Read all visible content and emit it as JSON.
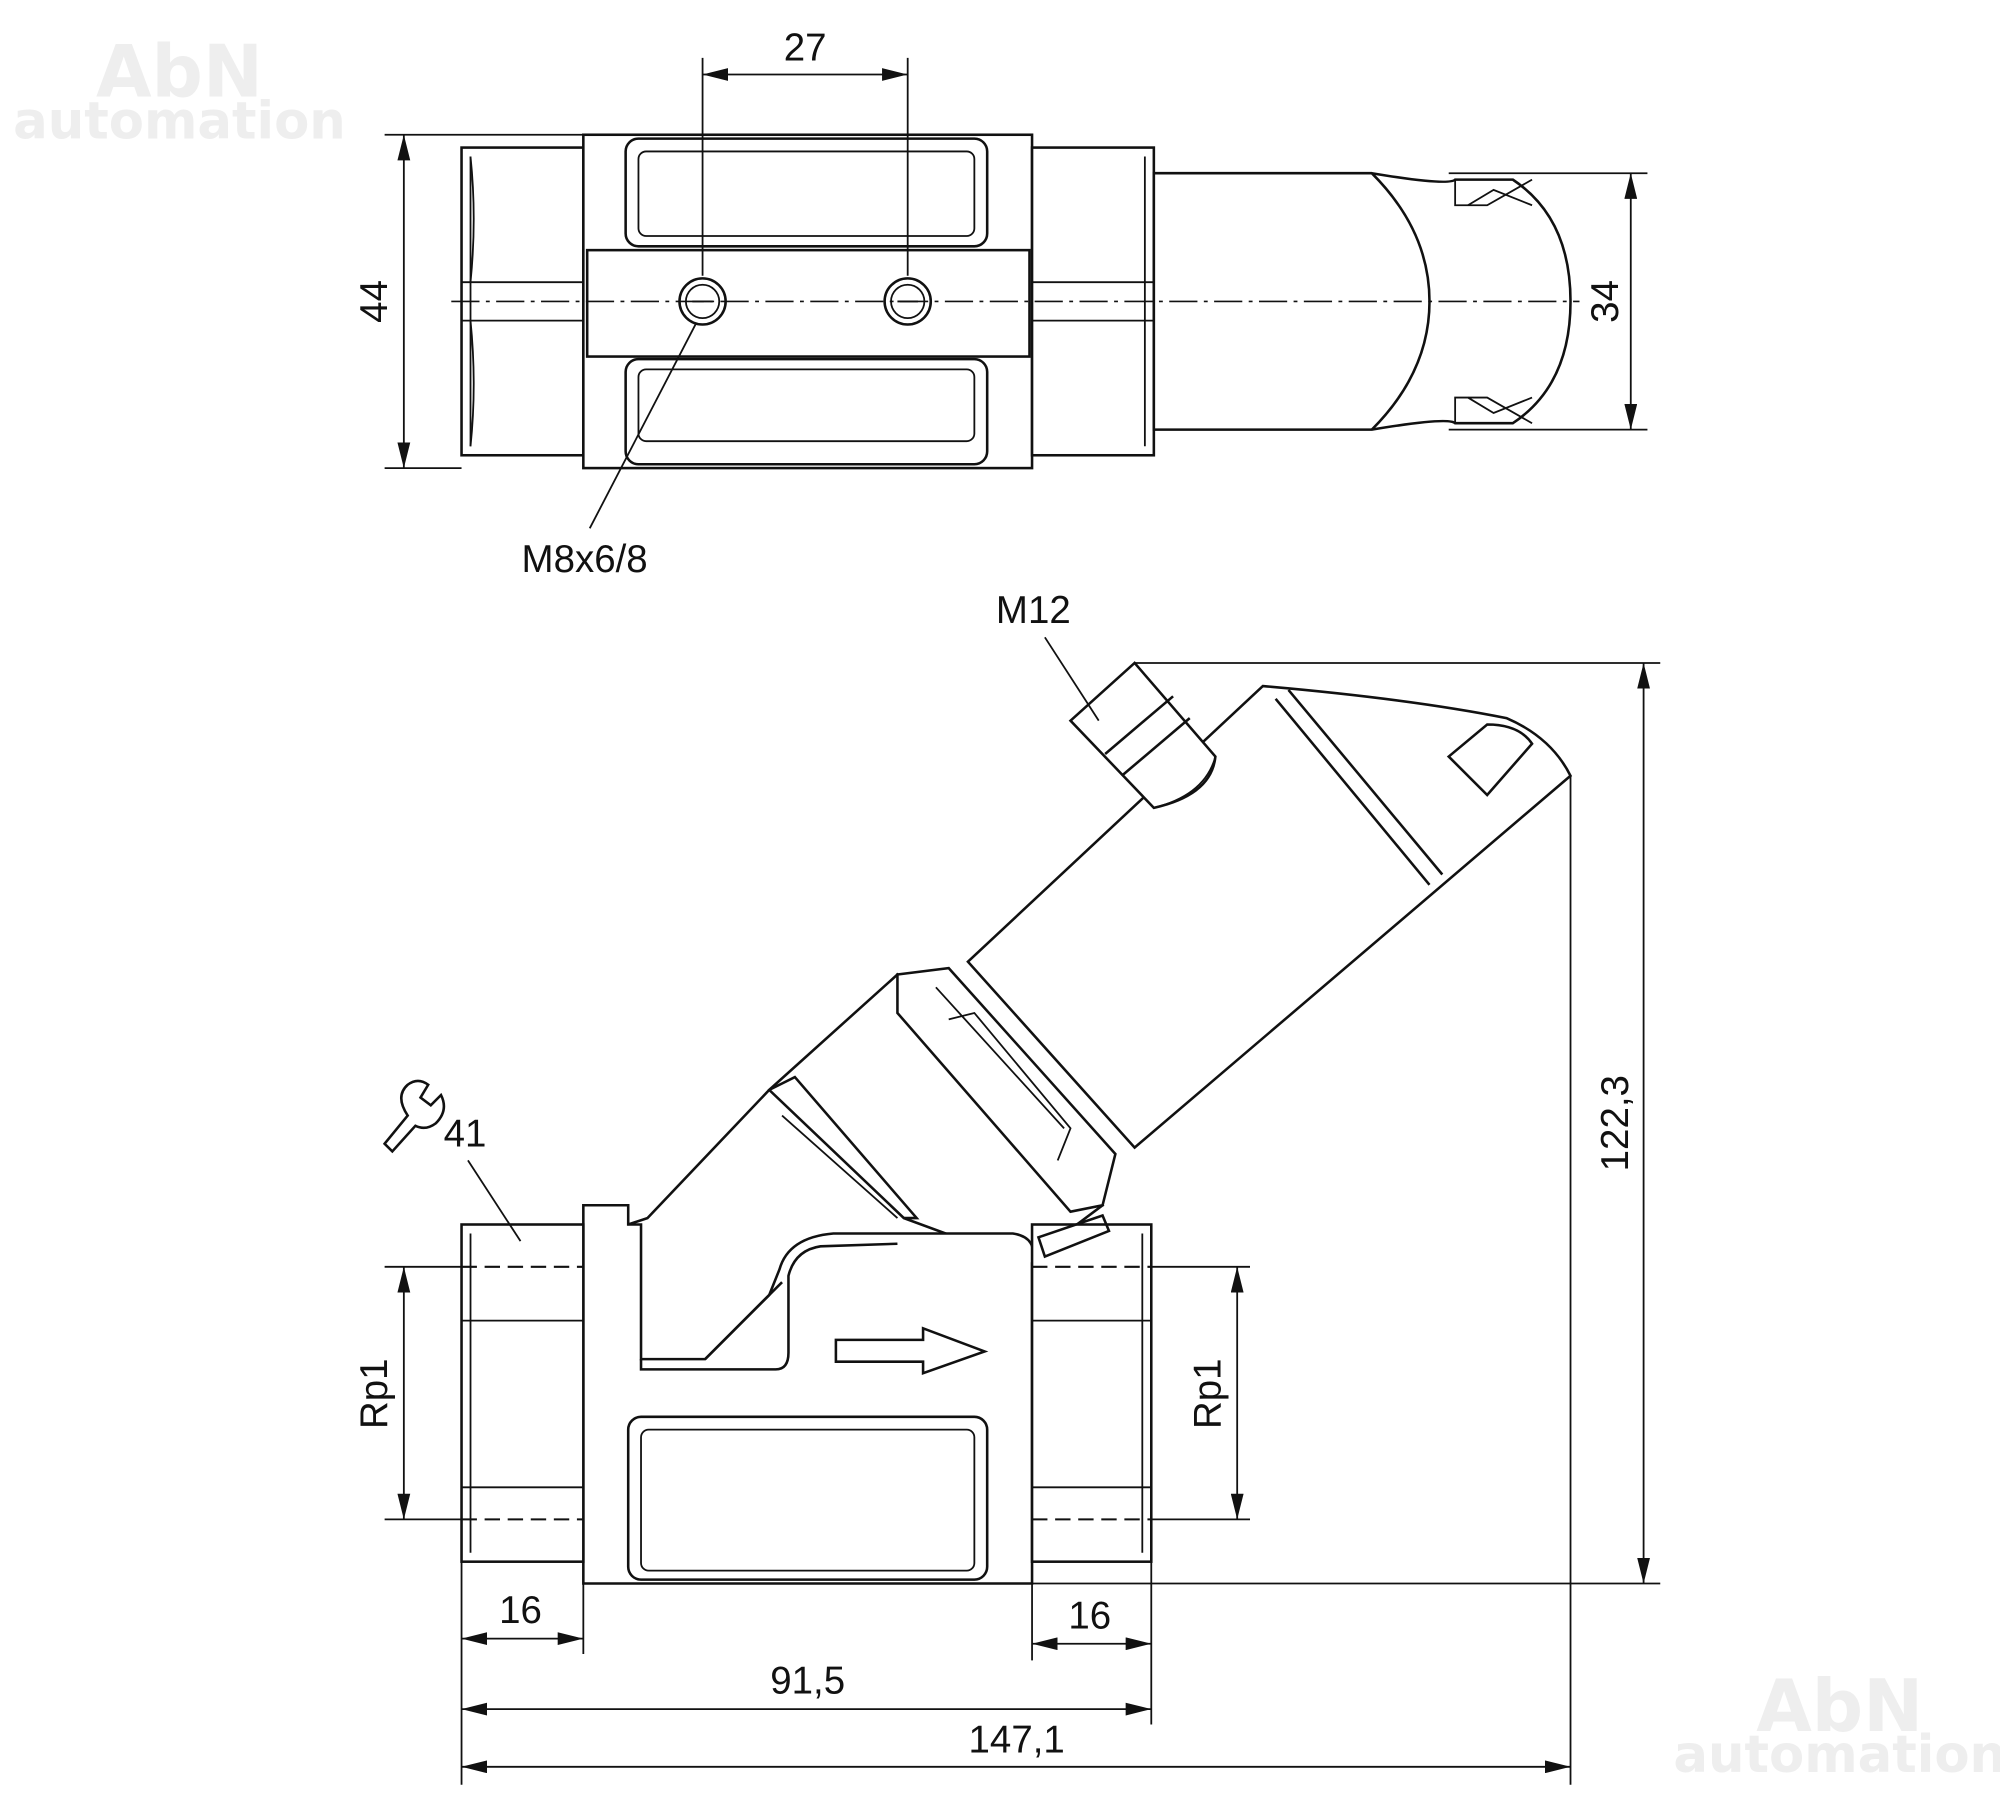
{
  "watermark": {
    "line1": "AbN",
    "line2": "automation"
  },
  "top_view": {
    "dim_hole_spacing": "27",
    "dim_body_height": "44",
    "dim_sensor_diameter": "34",
    "thread_callout": "M8x6/8"
  },
  "side_view": {
    "connector_callout": "M12",
    "wrench_size": "41",
    "thread_left": "Rp1",
    "thread_right": "Rp1",
    "dim_total_height": "122,3",
    "dim_thread_depth_left": "16",
    "dim_thread_depth_right": "16",
    "dim_body_length": "91,5",
    "dim_total_length": "147,1"
  },
  "colors": {
    "line": "#111111",
    "watermark": "#eeeeee"
  }
}
